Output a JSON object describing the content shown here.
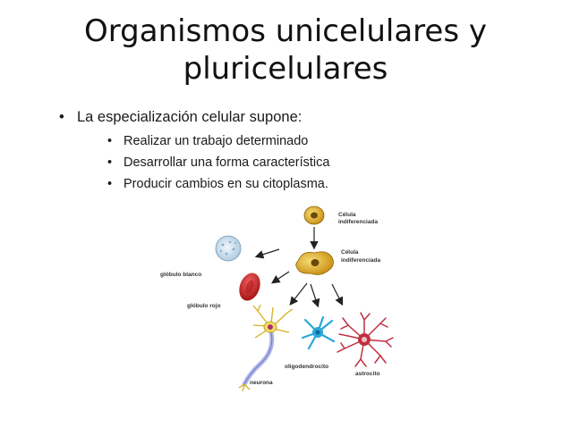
{
  "title": {
    "line1": "Organismos unicelulares y",
    "line2": "pluricelulares"
  },
  "bullet": "La especialización celular supone:",
  "sub_bullets": [
    "Realizar un trabajo determinado",
    "Desarrollar una forma característica",
    "Producir cambios en su citoplasma."
  ],
  "diagram": {
    "labels": {
      "undiff_top_1": "Célula",
      "undiff_top_2": "indiferenciada",
      "undiff_mid_1": "Célula",
      "undiff_mid_2": "indiferenciada",
      "white_cell": "glóbulo blanco",
      "red_cell": "glóbulo rojo",
      "neuron": "neurona",
      "oligo": "oligodendrocito",
      "astro": "astrocito"
    },
    "colors": {
      "undiff": "#e8b830",
      "white_cell": "#c8dff0",
      "red_cell": "#d8262a",
      "neuron": "#f0e060",
      "oligo": "#2aa8d8",
      "astro": "#c03040"
    }
  }
}
